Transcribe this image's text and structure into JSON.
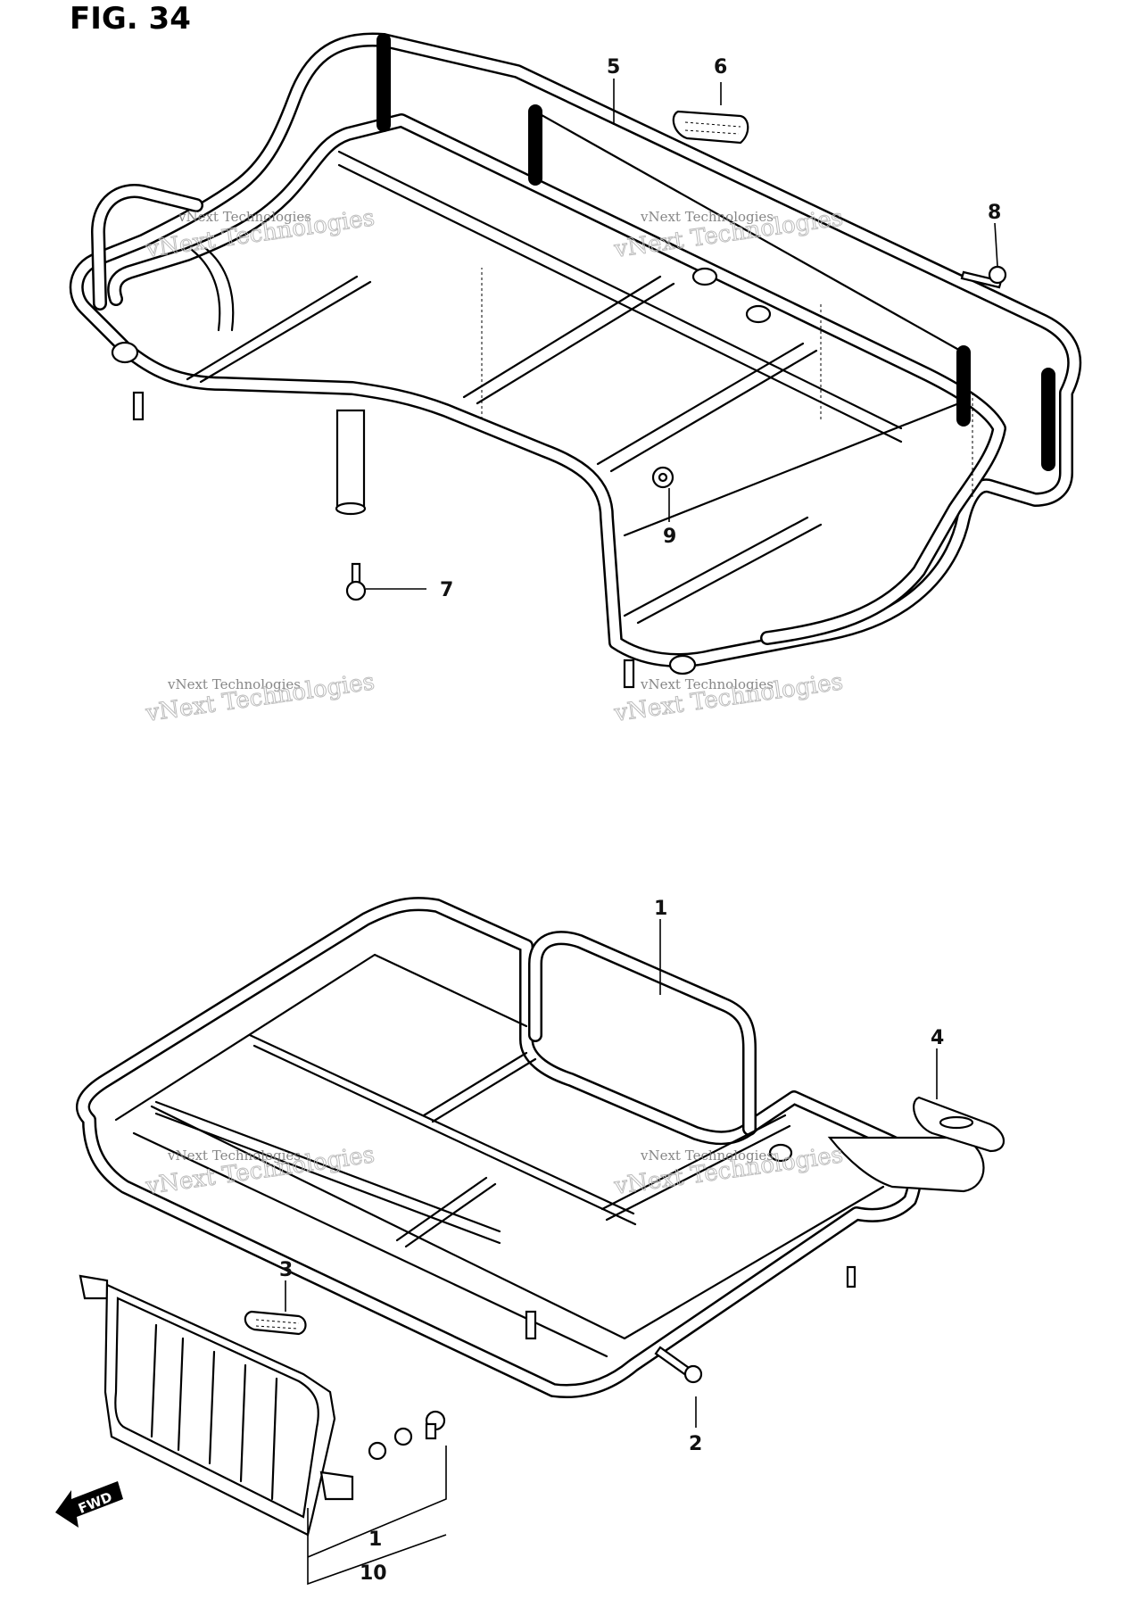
{
  "figure": {
    "title": "FIG. 34"
  },
  "callouts": {
    "c1": "1",
    "c2": "2",
    "c3": "3",
    "c4": "4",
    "c5": "5",
    "c6": "6",
    "c7": "7",
    "c8": "8",
    "c9": "9",
    "c10": "10",
    "c1b": "1"
  },
  "watermark": {
    "line1": "vNext Technologies",
    "line2": "vNext Technologies"
  },
  "fwd_label": "FWD"
}
